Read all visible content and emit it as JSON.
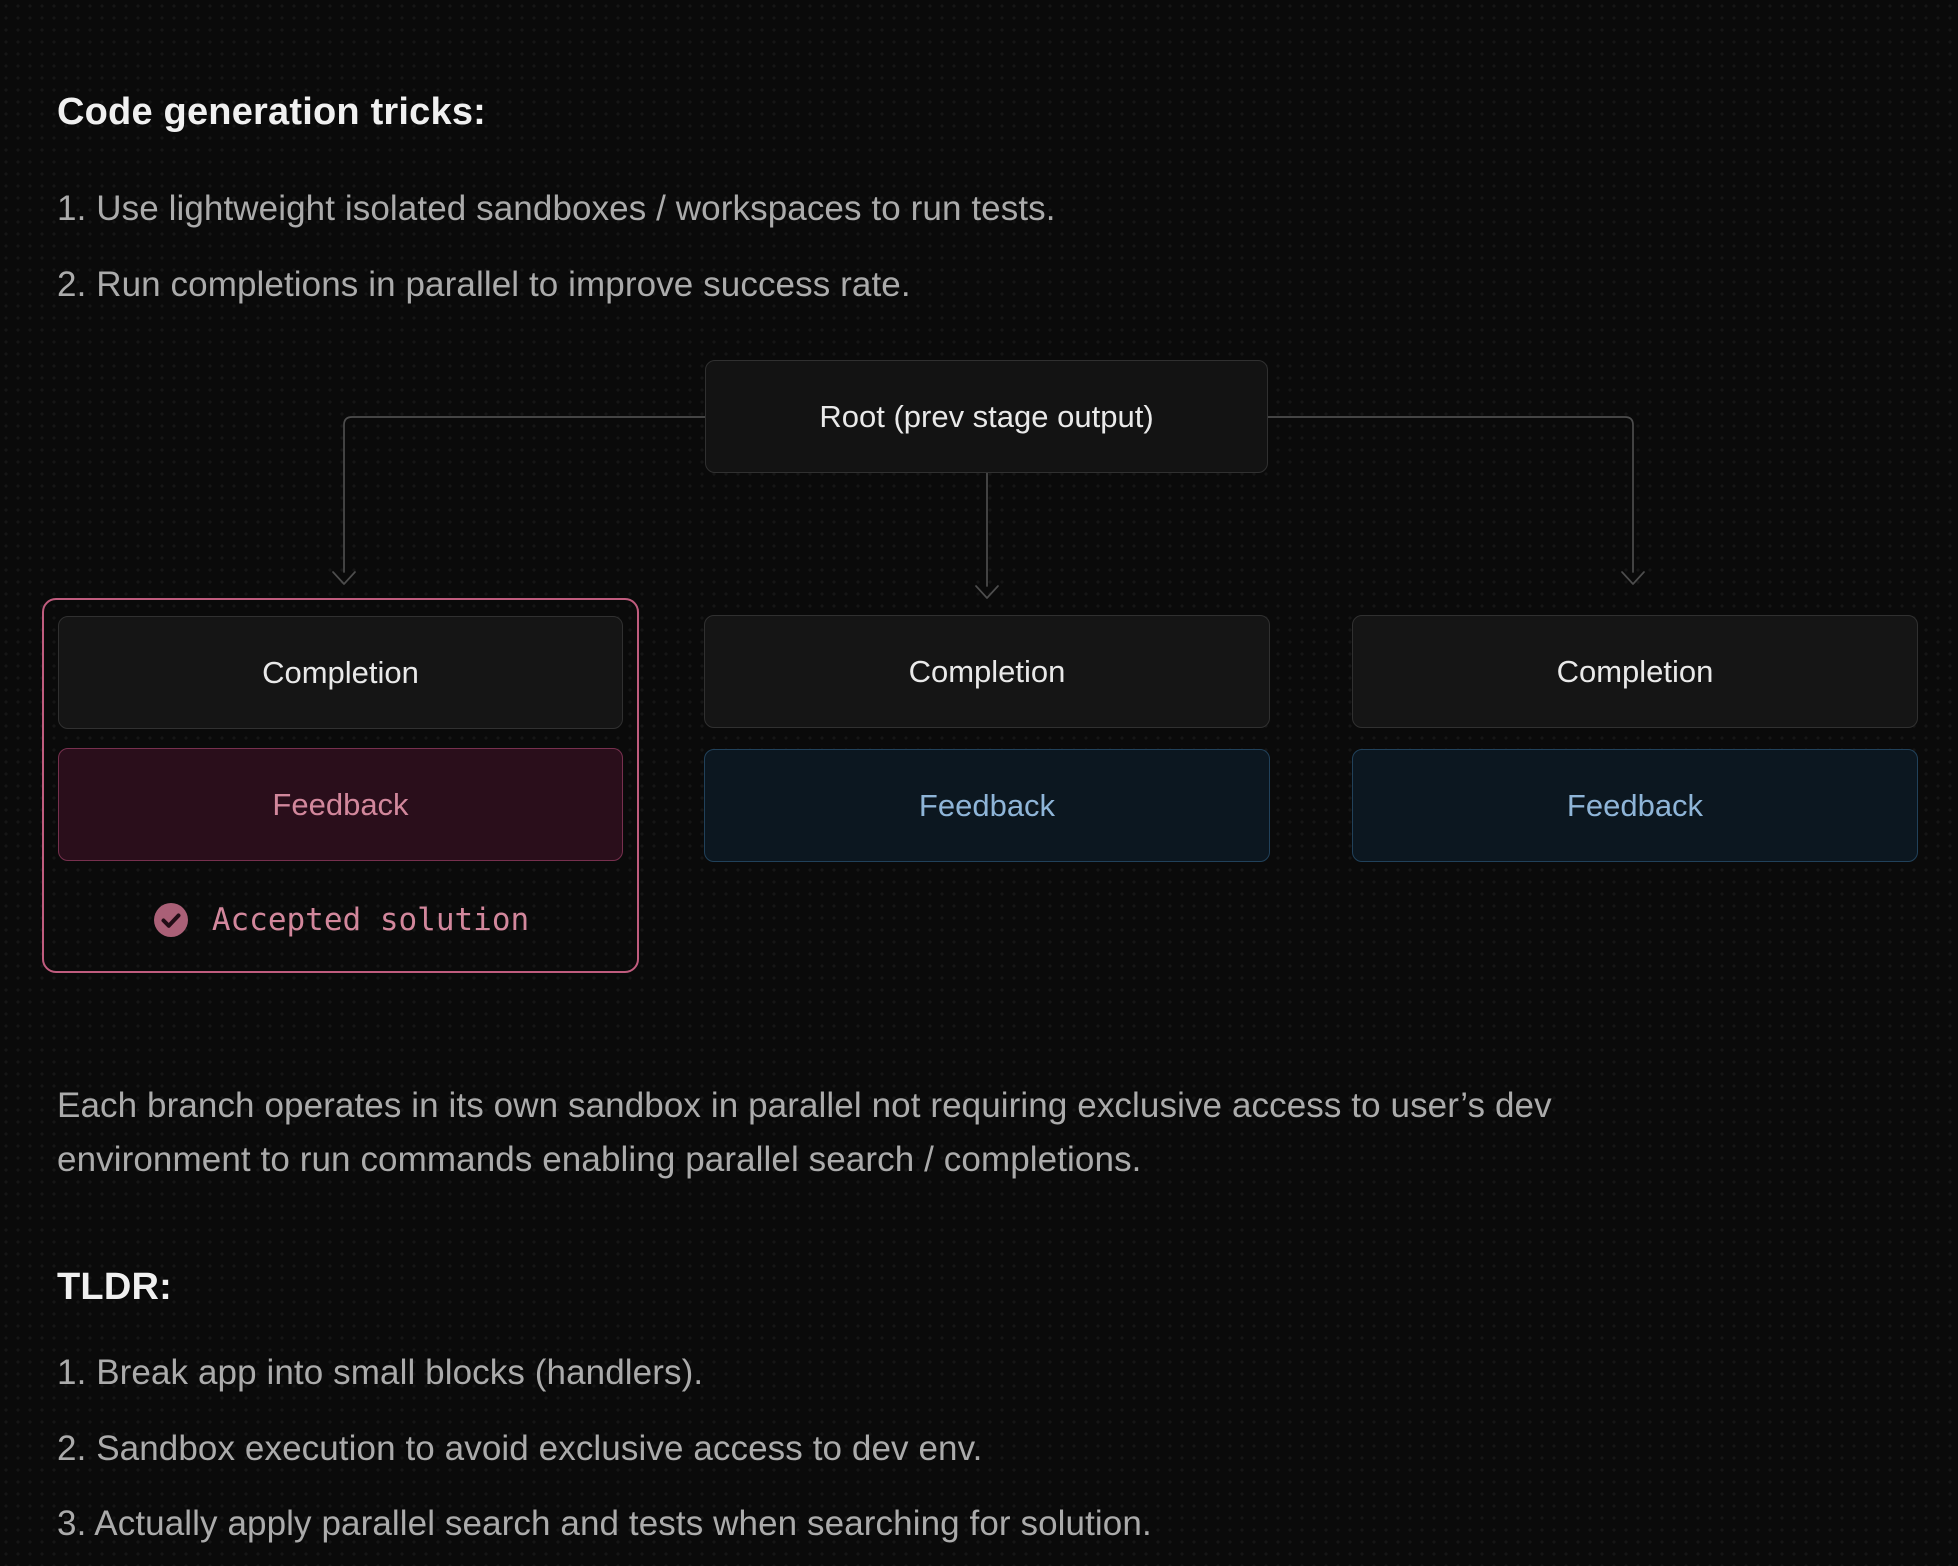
{
  "header": {
    "title": "Code generation tricks:"
  },
  "intro": {
    "items": [
      "1. Use lightweight isolated sandboxes / workspaces to run tests.",
      "2. Run completions in parallel to improve success rate."
    ]
  },
  "diagram": {
    "root_label": "Root (prev stage output)",
    "branches": [
      {
        "completion_label": "Completion",
        "feedback_label": "Feedback",
        "accepted_label": "Accepted solution",
        "highlighted": true
      },
      {
        "completion_label": "Completion",
        "feedback_label": "Feedback"
      },
      {
        "completion_label": "Completion",
        "feedback_label": "Feedback"
      }
    ]
  },
  "paragraph": "Each branch operates in its own sandbox in parallel not requiring exclusive access to user’s dev environment to run commands enabling parallel search / completions.",
  "tldr": {
    "title": "TLDR:",
    "items": [
      "1. Break app into small blocks (handlers).",
      "2. Sandbox execution to avoid exclusive access to dev env.",
      "3. Actually apply parallel search and tests when searching for solution."
    ]
  },
  "colors": {
    "background": "#0a0a0a",
    "title_text": "#f0f0f0",
    "body_text": "#ababab",
    "node_text": "#e9e9e9",
    "node_bg": "#151515",
    "node_border": "#303030",
    "connector": "#4d4d4d",
    "accent_pink": "#c05c7e",
    "pink_text": "#d2879c",
    "pink_box_bg": "#2a0e1b",
    "pink_box_border": "#77304e",
    "badge_pink": "#aa6077",
    "badge_check": "#220d16",
    "blue_text": "#8fb5d8",
    "blue_box_bg": "#0c1720",
    "blue_box_border": "#21415a"
  }
}
